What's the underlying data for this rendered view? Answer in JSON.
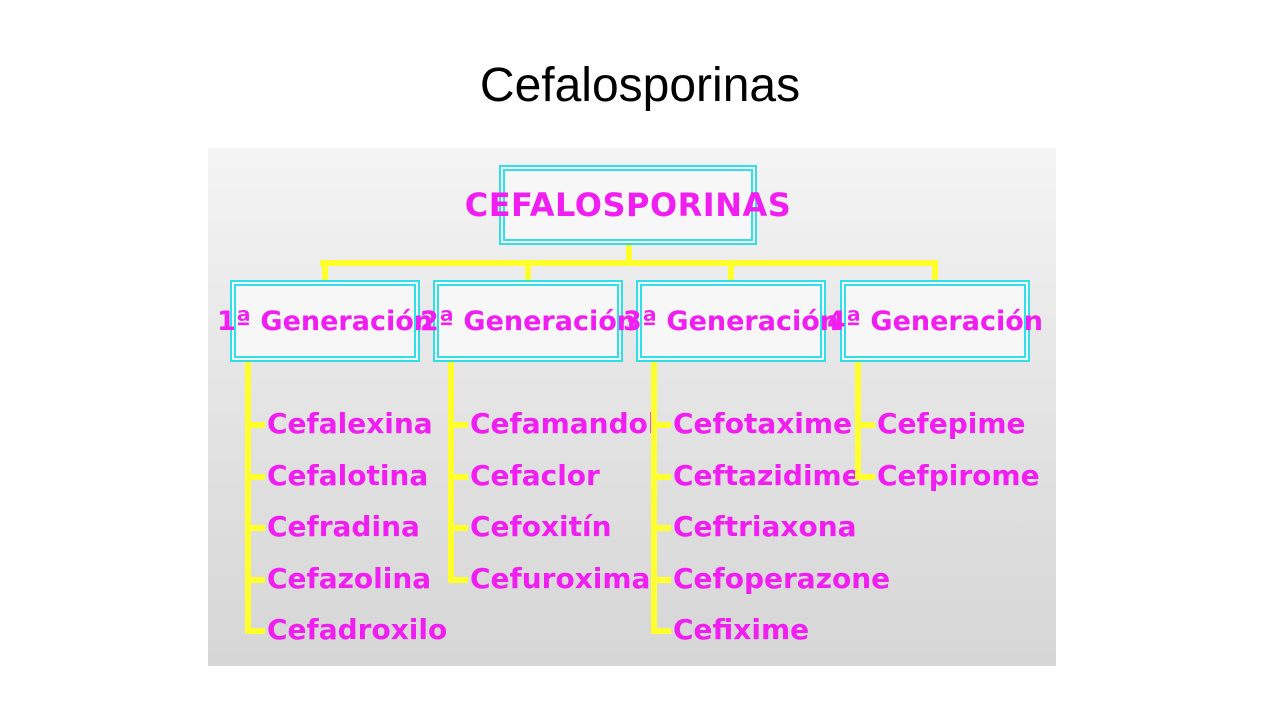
{
  "slide": {
    "title": "Cefalosporinas"
  },
  "diagram": {
    "root": "CEFALOSPORINAS",
    "generations": [
      {
        "label": "1ª Generación",
        "drugs": [
          "Cefalexina",
          "Cefalotina",
          "Cefradina",
          "Cefazolina",
          "Cefadroxilo"
        ]
      },
      {
        "label": "2ª Generación",
        "drugs": [
          "Cefamandol",
          "Cefaclor",
          "Cefoxitín",
          "Cefuroxima"
        ]
      },
      {
        "label": "3ª Generación",
        "drugs": [
          "Cefotaxime",
          "Ceftazidime",
          "Ceftriaxona",
          "Cefoperazone",
          "Cefixime"
        ]
      },
      {
        "label": "4ª Generación",
        "drugs": [
          "Cefepime",
          "Cefpirome"
        ]
      }
    ],
    "colors": {
      "line": "#ffff2e",
      "box_border": "#2fe0ea",
      "text": "#f01ef0"
    }
  }
}
